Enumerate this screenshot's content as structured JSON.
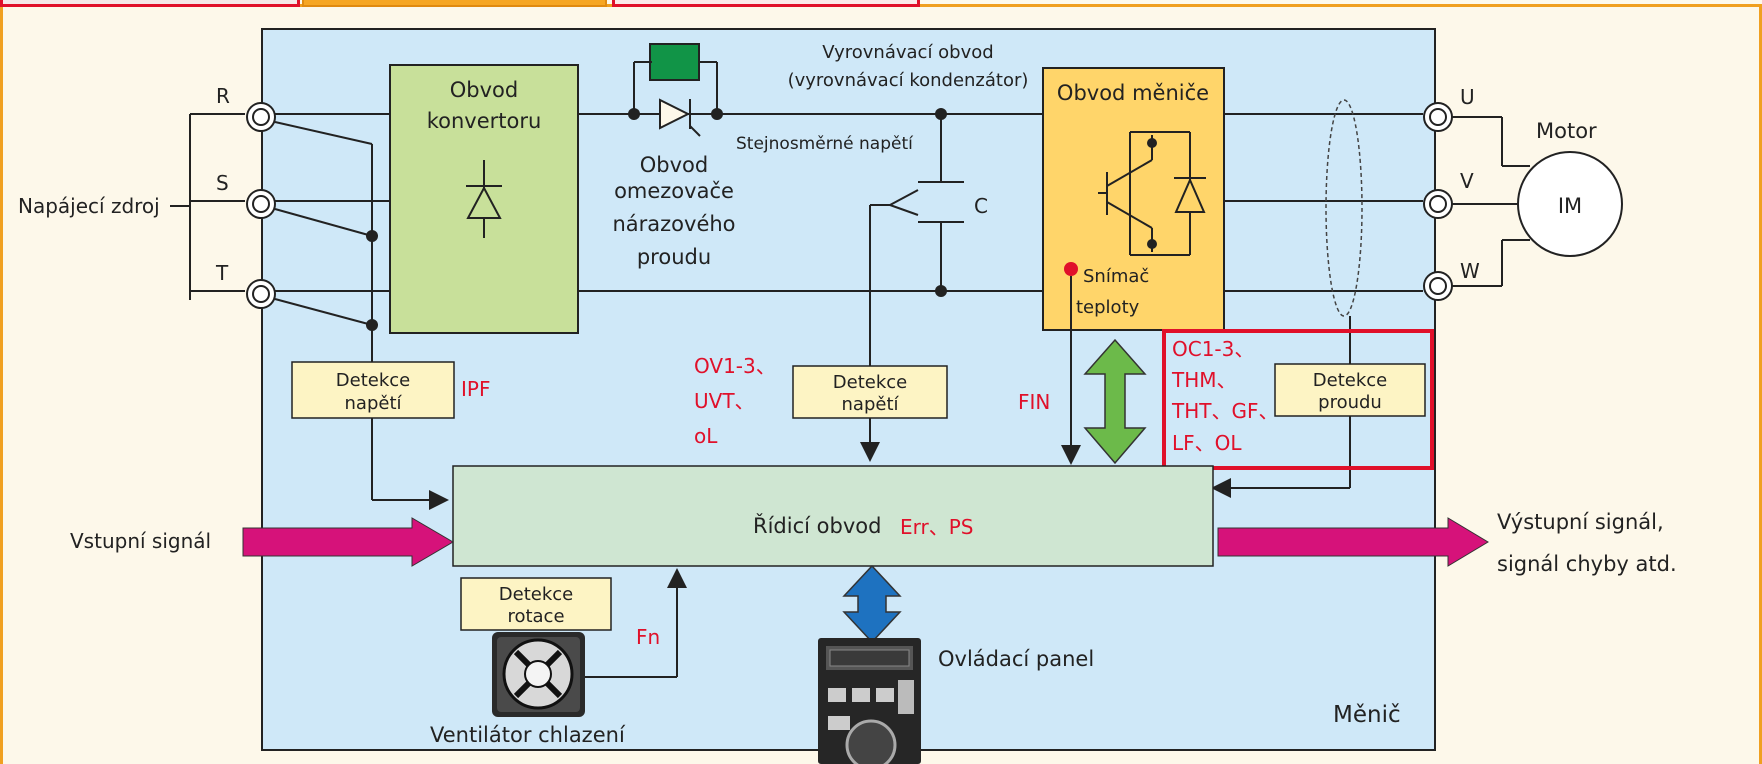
{
  "diagram": {
    "phases": {
      "r": "R",
      "s": "S",
      "t": "T",
      "u": "U",
      "v": "V",
      "w": "W"
    },
    "power_source": "Napájecí zdroj",
    "converter": {
      "line1": "Obvod",
      "line2": "konvertoru"
    },
    "inrush": {
      "line1": "Obvod",
      "line2": "omezovače",
      "line3": "nárazového",
      "line4": "proudu"
    },
    "smoothing": {
      "line1": "Vyrovnávací obvod",
      "line2": "(vyrovnávací kondenzátor)"
    },
    "dc_voltage": "Stejnosměrné napětí",
    "capacitor": "C",
    "inverter_title": "Obvod měniče",
    "temp_sensor": {
      "line1": "Snímač",
      "line2": "teploty"
    },
    "motor": {
      "label": "Motor",
      "im": "IM"
    },
    "voltage_detect_left": {
      "line1": "Detekce",
      "line2": "napětí"
    },
    "voltage_detect_mid": {
      "line1": "Detekce",
      "line2": "napětí"
    },
    "current_detect": {
      "line1": "Detekce",
      "line2": "proudu"
    },
    "rotation_detect": {
      "line1": "Detekce",
      "line2": "rotace"
    },
    "control_circuit": "Řídicí obvod",
    "input_signal": "Vstupní signál",
    "output_signal": {
      "line1": "Výstupní signál,",
      "line2": "signál chyby atd."
    },
    "cooling_fan": "Ventilátor chlazení",
    "operation_panel": "Ovládací panel",
    "inverter_label": "Měnič",
    "codes": {
      "ipf": "IPF",
      "ov_1": "OV1-3、",
      "ov_2": "UVT、",
      "ov_3": "oL",
      "fin": "FIN",
      "oc_1": "OC1-3、",
      "oc_2": "THM、",
      "oc_3": "THT、GF、",
      "oc_4": "LF、OL",
      "err": "Err、PS",
      "fn": "Fn"
    },
    "colors": {
      "inverter_bg": "#cfe8f8",
      "converter_fill": "#c8e09a",
      "inverter_fill": "#ffd56a",
      "detect_fill": "#fdf4c4",
      "control_fill": "#cfe6d2",
      "code_red": "#e0102a",
      "arrow_pink": "#d6127a",
      "arrow_green": "#6cba4a",
      "arrow_blue": "#1e72c0"
    }
  }
}
